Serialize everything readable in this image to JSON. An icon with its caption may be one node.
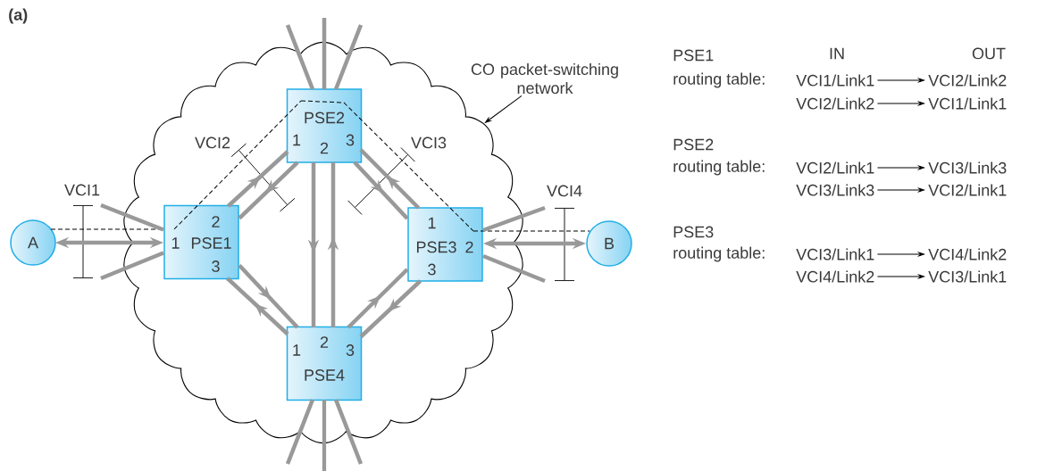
{
  "diagram": {
    "nodes": [
      {
        "text": [],
        "shape": "cloud"
      },
      {
        "text": [
          "CO packet-switching network"
        ]
      },
      {
        "text": [
          "A"
        ]
      },
      {
        "text": [
          "B"
        ]
      },
      {
        "text": [
          "2",
          "1",
          "PSE1",
          "3"
        ],
        "in": 0
      },
      {
        "text": [
          "PSE2",
          "1",
          "2",
          "3"
        ],
        "in": 0
      },
      {
        "text": [
          "1",
          "PSE3",
          "2",
          "3"
        ],
        "in": 0
      },
      {
        "text": [
          "1",
          "2",
          "3",
          "PSE4"
        ],
        "in": 0
      },
      {
        "text": [
          "VCI1/Link1"
        ]
      },
      {
        "text": [
          "VCI2/Link2"
        ]
      },
      {
        "text": [
          "VCI2/Link2"
        ]
      },
      {
        "text": [
          "VCI1/Link1"
        ]
      },
      {
        "text": [
          "VCI2/Link1"
        ]
      },
      {
        "text": [
          "VCI3/Link3"
        ]
      },
      {
        "text": [
          "VCI3/Link3"
        ]
      },
      {
        "text": [
          "VCI2/Link1"
        ]
      },
      {
        "text": [
          "VCI3/Link1"
        ]
      },
      {
        "text": [
          "VCI4/Link2"
        ]
      },
      {
        "text": [
          "VCI4/Link2"
        ]
      },
      {
        "text": [
          "VCI3/Link1"
        ]
      }
    ],
    "edges": [
      {
        "from": 1,
        "to": 0,
        "arrow": "to",
        "color": "#000000"
      },
      {
        "from": 2,
        "to": 4,
        "arrow": "both"
      },
      {
        "from": 4,
        "to": 5,
        "arrow": "to"
      },
      {
        "from": 5,
        "to": 4,
        "arrow": "to"
      },
      {
        "from": 5,
        "to": 7,
        "arrow": "to"
      },
      {
        "from": 7,
        "to": 5,
        "arrow": "to"
      },
      {
        "from": 5,
        "to": 6,
        "arrow": "to"
      },
      {
        "from": 6,
        "to": 5,
        "arrow": "to"
      },
      {
        "from": 4,
        "to": 7,
        "arrow": "to"
      },
      {
        "from": 7,
        "to": 4,
        "arrow": "to"
      },
      {
        "from": 7,
        "to": 6,
        "arrow": "to"
      },
      {
        "from": 6,
        "to": 7,
        "arrow": "to"
      },
      {
        "from": 6,
        "to": 3,
        "arrow": "both"
      },
      {
        "from": 2,
        "to": 4,
        "arrow": "none",
        "style": "dashed",
        "color": "#000000"
      },
      {
        "from": 4,
        "to": 5,
        "arrow": "none",
        "style": "dashed",
        "color": "#000000"
      },
      {
        "from": 5,
        "to": 6,
        "arrow": "none",
        "style": "dashed",
        "color": "#000000"
      },
      {
        "from": 6,
        "to": 3,
        "arrow": "none",
        "style": "dashed",
        "color": "#000000"
      },
      {
        "from": 5,
        "to": null,
        "arrow": "none"
      },
      {
        "from": 5,
        "to": null,
        "arrow": "none"
      },
      {
        "from": 5,
        "to": null,
        "arrow": "none"
      },
      {
        "from": 7,
        "to": null,
        "arrow": "none"
      },
      {
        "from": 7,
        "to": null,
        "arrow": "none"
      },
      {
        "from": 7,
        "to": null,
        "arrow": "none"
      },
      {
        "from": 4,
        "to": null,
        "arrow": "none"
      },
      {
        "from": 4,
        "to": null,
        "arrow": "none"
      },
      {
        "from": 6,
        "to": null,
        "arrow": "none"
      },
      {
        "from": 6,
        "to": null,
        "arrow": "none"
      },
      {
        "from": 8,
        "to": 9,
        "arrow": "to",
        "color": "#000000"
      },
      {
        "from": 10,
        "to": 11,
        "arrow": "to",
        "color": "#000000"
      },
      {
        "from": 12,
        "to": 13,
        "arrow": "to",
        "color": "#000000"
      },
      {
        "from": 14,
        "to": 15,
        "arrow": "to",
        "color": "#000000"
      },
      {
        "from": 16,
        "to": 17,
        "arrow": "to",
        "color": "#000000"
      },
      {
        "from": 18,
        "to": 19,
        "arrow": "to",
        "color": "#000000"
      }
    ],
    "labels": [
      "(a)",
      "VCI1",
      "VCI2",
      "VCI3",
      "VCI4",
      "PSE1",
      "IN",
      "OUT",
      "routing table:",
      "PSE2",
      "routing table:",
      "PSE3",
      "routing table:"
    ]
  }
}
